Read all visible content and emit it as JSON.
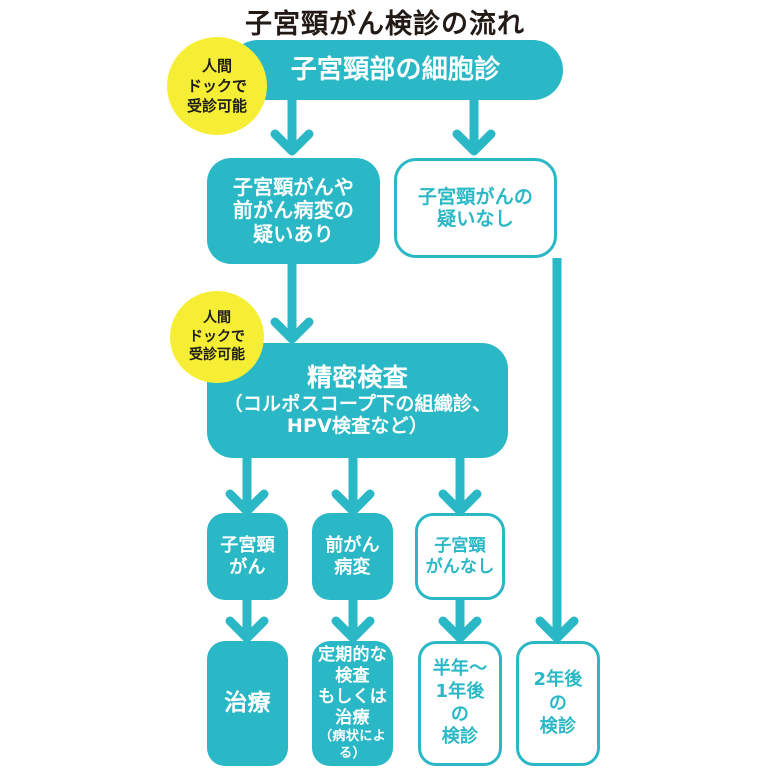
{
  "title": "子宮頸がん検診の流れ",
  "colors": {
    "teal": "#2ab8c6",
    "yellow": "#f6ee35",
    "title_text": "#231a16",
    "white": "#ffffff"
  },
  "badges": [
    {
      "id": "badge-top",
      "lines": [
        "人間",
        "ドックで",
        "受診可能"
      ]
    },
    {
      "id": "badge-mid",
      "lines": [
        "人間",
        "ドックで",
        "受診可能"
      ]
    }
  ],
  "nodes": {
    "screening": {
      "label": "子宮頸部の細胞診",
      "style": "filled"
    },
    "suspected": {
      "line1": "子宮頸がんや",
      "line2": "前がん病変の",
      "line3": "疑いあり",
      "style": "filled"
    },
    "not_suspected": {
      "line1": "子宮頸がんの",
      "line2": "疑いなし",
      "style": "outlined"
    },
    "detailed_exam": {
      "line1": "精密検査",
      "line2": "（コルポスコープ下の組織診、",
      "line3": "HPV検査など）",
      "style": "filled"
    },
    "cancer": {
      "line1": "子宮頸",
      "line2": "がん",
      "style": "filled"
    },
    "precancer": {
      "line1": "前がん",
      "line2": "病変",
      "style": "filled"
    },
    "no_cancer": {
      "line1": "子宮頸",
      "line2": "がんなし",
      "style": "outlined"
    },
    "treatment": {
      "label": "治療",
      "style": "filled"
    },
    "periodic": {
      "line1": "定期的な",
      "line2": "検査",
      "line3": "もしくは",
      "line4": "治療",
      "line5": "（病状による）",
      "style": "filled"
    },
    "followup_1y": {
      "line1": "半年〜",
      "line2": "1年後",
      "line3": "の",
      "line4": "検診",
      "style": "outlined"
    },
    "followup_2y": {
      "line1": "2年後",
      "line2": "の",
      "line3": "検診",
      "style": "outlined"
    }
  },
  "connectors": [
    {
      "id": "screening-to-suspected",
      "kind": "arrow-down"
    },
    {
      "id": "screening-to-not-suspected",
      "kind": "arrow-down"
    },
    {
      "id": "suspected-to-detailed-exam",
      "kind": "arrow-down"
    },
    {
      "id": "detailed-exam-to-cancer",
      "kind": "arrow-down"
    },
    {
      "id": "detailed-exam-to-precancer",
      "kind": "arrow-down"
    },
    {
      "id": "detailed-exam-to-no-cancer",
      "kind": "arrow-down"
    },
    {
      "id": "cancer-to-treatment",
      "kind": "arrow-down"
    },
    {
      "id": "precancer-to-periodic",
      "kind": "arrow-down"
    },
    {
      "id": "no-cancer-to-followup-1y",
      "kind": "arrow-down"
    },
    {
      "id": "not-suspected-to-followup-2y",
      "kind": "arrow-down-long"
    }
  ]
}
